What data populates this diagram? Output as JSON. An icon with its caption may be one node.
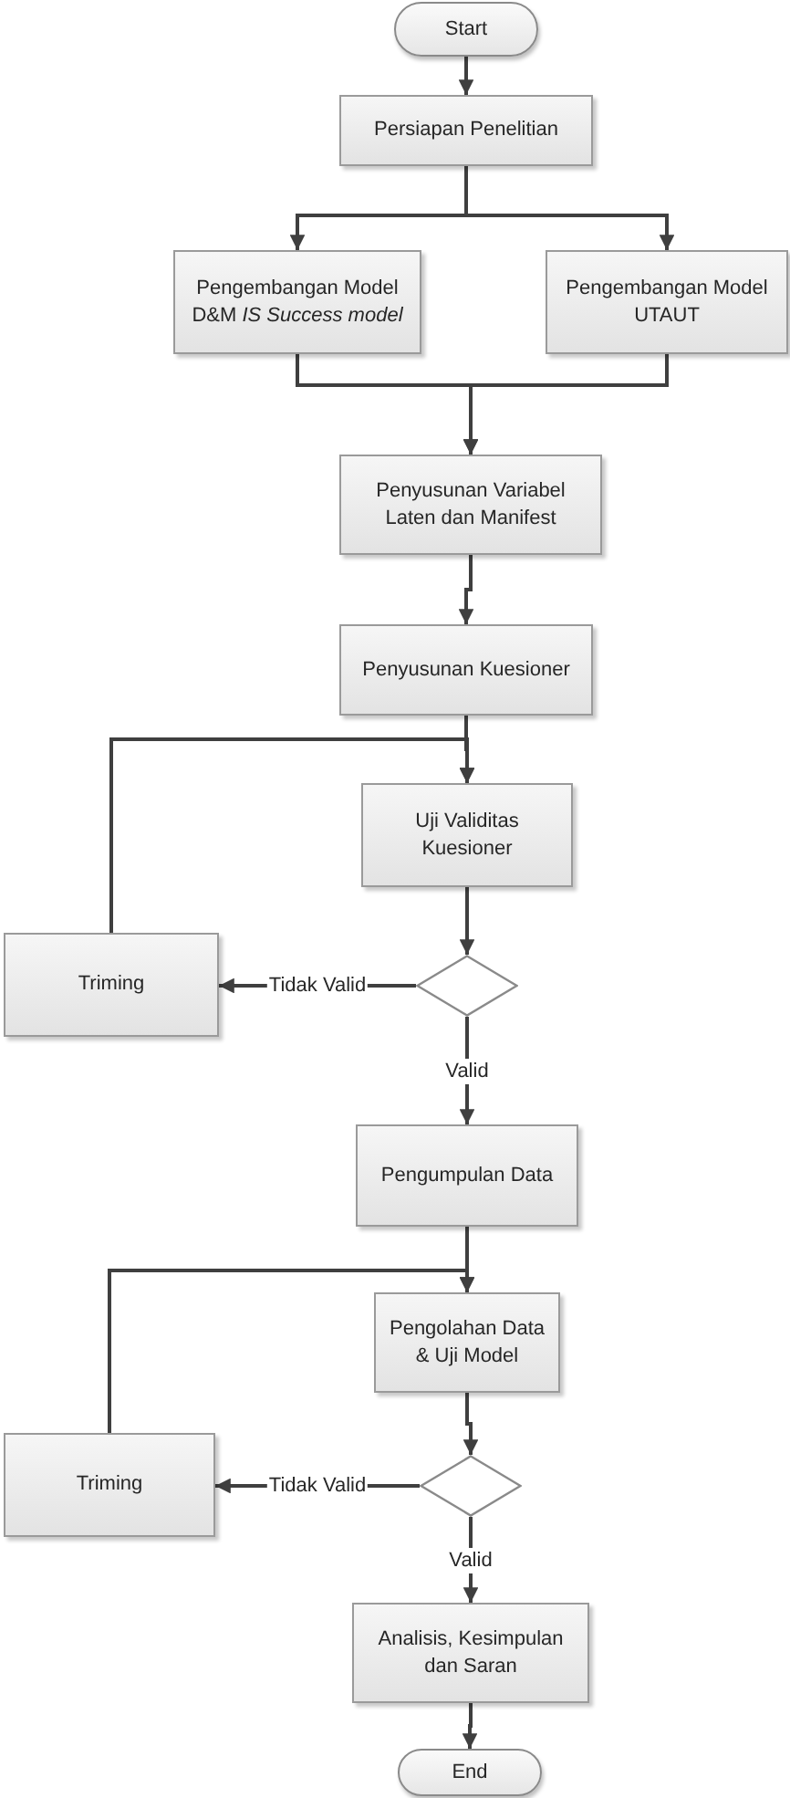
{
  "diagram": {
    "nodes": [
      {
        "text": [
          "Start"
        ]
      },
      {
        "text": [
          "Persiapan Penelitian"
        ]
      },
      {
        "text": [
          "Pengembangan Model D&M *IS Success model*"
        ]
      },
      {
        "text": [
          "Pengembangan Model UTAUT"
        ]
      },
      {
        "text": [
          "Penyusunan Variabel Laten dan Manifest"
        ]
      },
      {
        "text": [
          "Penyusunan Kuesioner"
        ]
      },
      {
        "text": [
          "Uji Validitas Kuesioner"
        ]
      },
      {
        "text": [
          "Triming"
        ]
      },
      {
        "text": [],
        "shape": "diamond"
      },
      {
        "text": [
          "Pengumpulan Data"
        ]
      },
      {
        "text": [
          "Pengolahan Data & Uji Model"
        ]
      },
      {
        "text": [
          "Triming"
        ]
      },
      {
        "text": [],
        "shape": "diamond"
      },
      {
        "text": [
          "Analisis, Kesimpulan dan Saran"
        ]
      },
      {
        "text": [
          "End"
        ]
      }
    ],
    "edges": [
      {
        "from": 0,
        "to": 1,
        "arrow": "to"
      },
      {
        "from": 1,
        "to": 2,
        "arrow": "to"
      },
      {
        "from": 1,
        "to": 3,
        "arrow": "to"
      },
      {
        "from": 2,
        "to": 4,
        "arrow": "to"
      },
      {
        "from": 3,
        "to": 4,
        "arrow": "to"
      },
      {
        "from": 4,
        "to": 5,
        "arrow": "to"
      },
      {
        "from": 5,
        "to": 6,
        "arrow": "to"
      },
      {
        "from": 6,
        "to": 8,
        "arrow": "to"
      },
      {
        "from": 8,
        "to": 7,
        "arrow": "to",
        "label": "Tidak Valid"
      },
      {
        "from": 7,
        "to": 6,
        "arrow": "to"
      },
      {
        "from": 8,
        "to": 9,
        "arrow": "to",
        "label": "Valid"
      },
      {
        "from": 9,
        "to": 10,
        "arrow": "to"
      },
      {
        "from": 10,
        "to": 12,
        "arrow": "to"
      },
      {
        "from": 12,
        "to": 11,
        "arrow": "to",
        "label": "Tidak Valid"
      },
      {
        "from": 11,
        "to": 10,
        "arrow": "to"
      },
      {
        "from": 12,
        "to": 13,
        "arrow": "to",
        "label": "Valid"
      },
      {
        "from": 13,
        "to": 14,
        "arrow": "to"
      }
    ]
  }
}
